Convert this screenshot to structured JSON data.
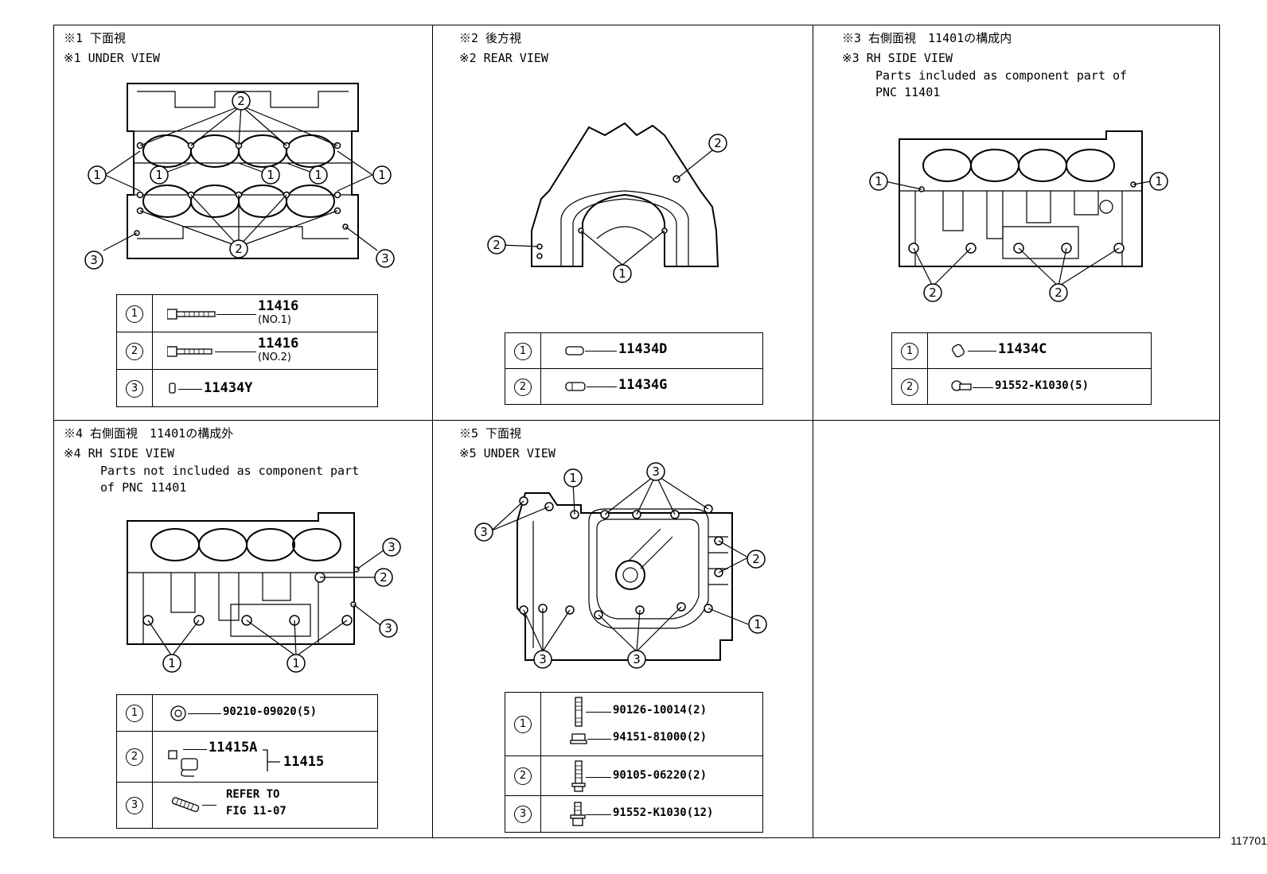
{
  "panels": [
    {
      "id": 1,
      "header_jp": "※1 下面視",
      "header_en": "※1 UNDER VIEW",
      "note": "",
      "legend": [
        {
          "num": "1",
          "part": "11416",
          "sub": "(NO.1)"
        },
        {
          "num": "2",
          "part": "11416",
          "sub": "(NO.2)"
        },
        {
          "num": "3",
          "part": "11434Y",
          "sub": ""
        }
      ]
    },
    {
      "id": 2,
      "header_jp": "※2 後方視",
      "header_en": "※2 REAR VIEW",
      "note": "",
      "legend": [
        {
          "num": "1",
          "part": "11434D"
        },
        {
          "num": "2",
          "part": "11434G"
        }
      ]
    },
    {
      "id": 3,
      "header_jp": "※3 右側面視　11401の構成内",
      "header_en": "※3 RH SIDE VIEW",
      "note": "Parts included as component part of\nPNC 11401",
      "legend": [
        {
          "num": "1",
          "part": "11434C"
        },
        {
          "num": "2",
          "part": "91552-K1030(5)"
        }
      ]
    },
    {
      "id": 4,
      "header_jp": "※4 右側面視　11401の構成外",
      "header_en": "※4 RH SIDE VIEW",
      "note": "Parts not included as component part\nof PNC 11401",
      "legend": [
        {
          "num": "1",
          "part": "90210-09020(5)"
        },
        {
          "num": "2",
          "part": "11415A",
          "group": "11415"
        },
        {
          "num": "3",
          "part": "REFER TO",
          "part2": "FIG 11-07"
        }
      ]
    },
    {
      "id": 5,
      "header_jp": "※5 下面視",
      "header_en": "※5 UNDER VIEW",
      "note": "",
      "legend": [
        {
          "num": "1",
          "part": "90126-10014(2)",
          "part2": "94151-81000(2)"
        },
        {
          "num": "2",
          "part": "90105-06220(2)"
        },
        {
          "num": "3",
          "part": "91552-K1030(12)"
        }
      ]
    }
  ],
  "callouts": {
    "c1": "1",
    "c2": "2",
    "c3": "3"
  },
  "figure_number": "117701"
}
